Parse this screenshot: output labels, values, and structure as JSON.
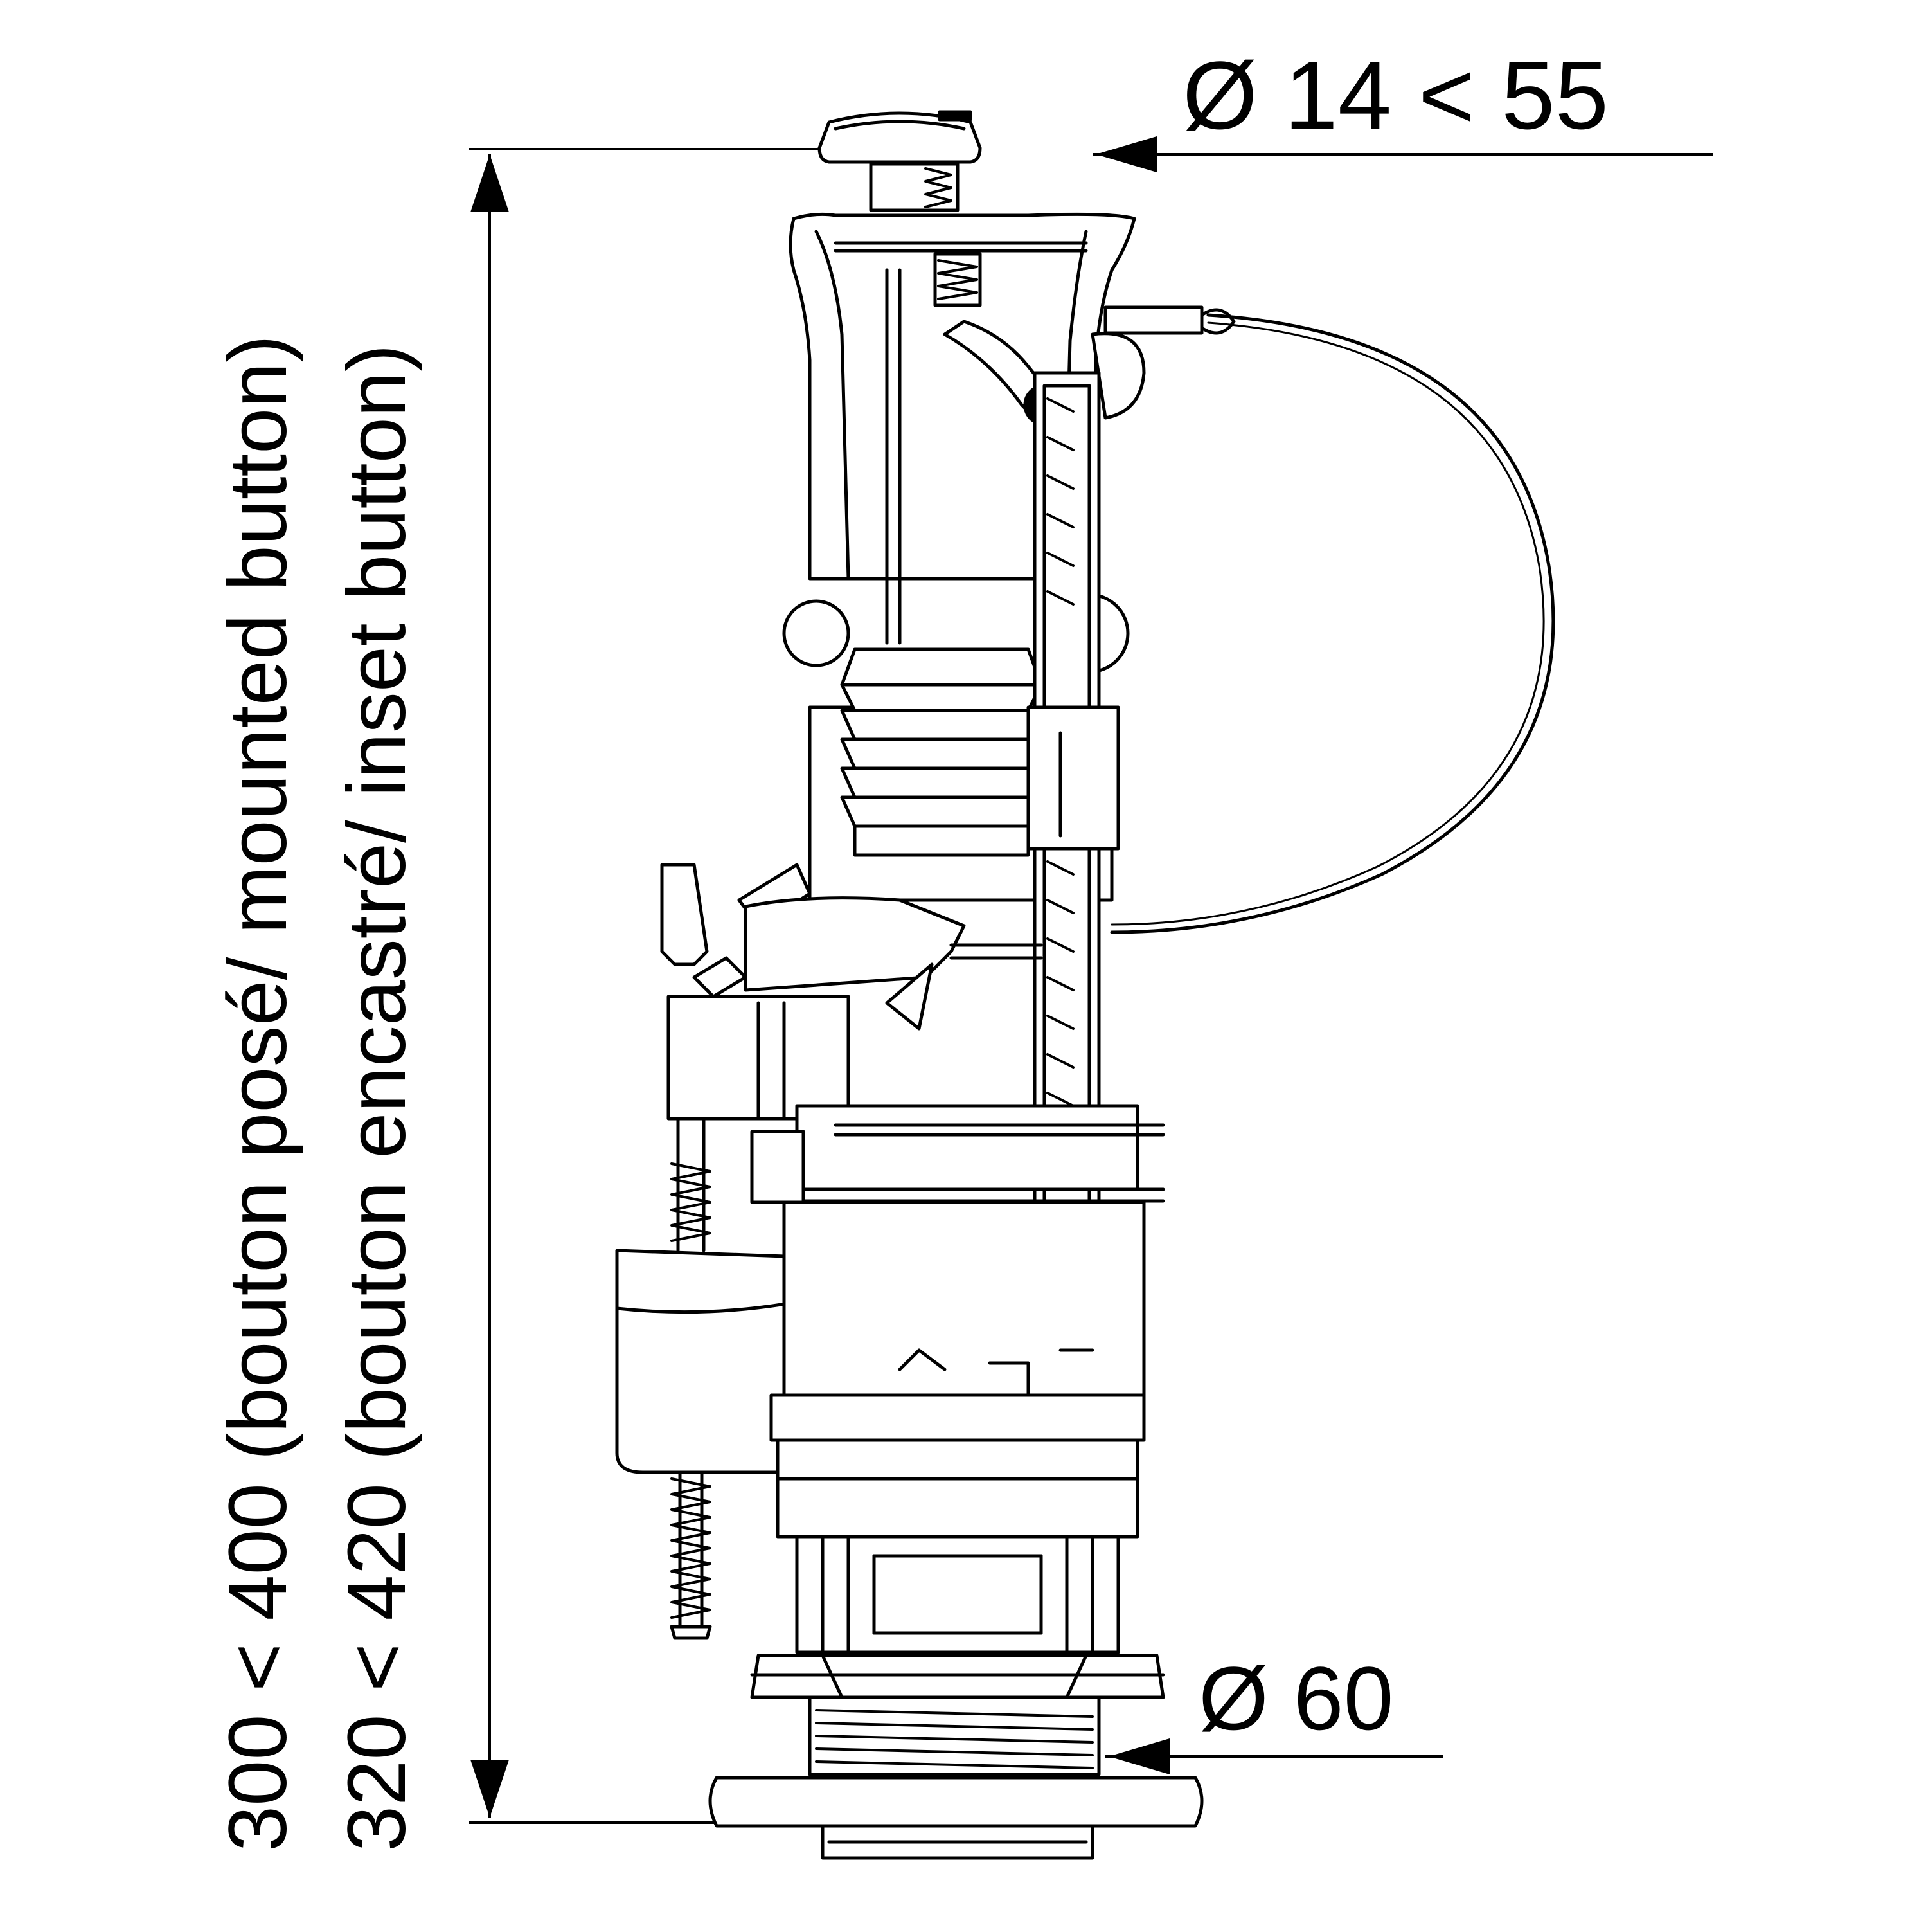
{
  "dimensions": {
    "top_diameter": "Ø 14 < 55",
    "base_diameter": "Ø 60",
    "height_line_1": "300 < 400 (bouton posé/ mounted button)",
    "height_line_2": "320 < 420 (bouton encastré/ inset button)"
  },
  "colors": {
    "line": "#000000",
    "background": "#ffffff"
  }
}
